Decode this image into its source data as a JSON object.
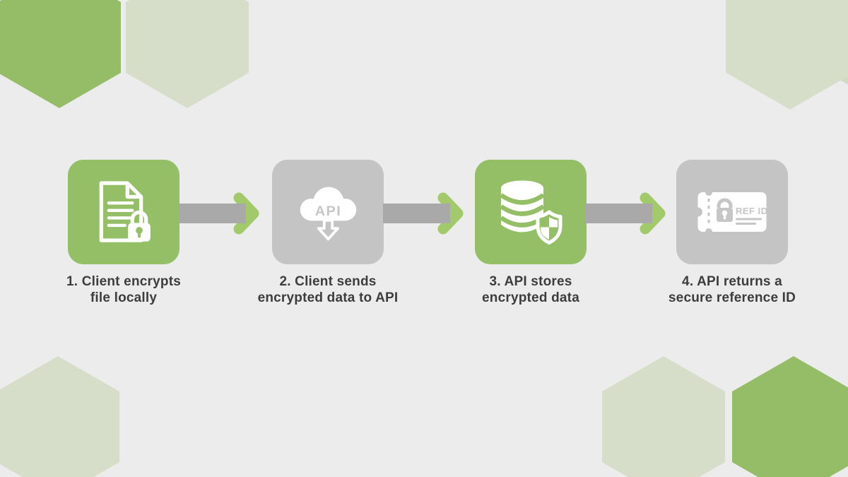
{
  "steps": [
    {
      "id": "1",
      "variant": "green",
      "icon": "encrypted-file-icon",
      "label_line1": "1. Client encrypts",
      "label_line2": "file locally"
    },
    {
      "id": "2",
      "variant": "gray",
      "icon": "cloud-api-icon",
      "icon_text": "API",
      "label_line1": "2. Client sends",
      "label_line2": "encrypted data to API"
    },
    {
      "id": "3",
      "variant": "green",
      "icon": "database-shield-icon",
      "label_line1": "3. API stores",
      "label_line2": "encrypted data"
    },
    {
      "id": "4",
      "variant": "gray",
      "icon": "ticket-ref-id-icon",
      "icon_text": "REF ID",
      "label_line1": "4. API returns a",
      "label_line2": "secure reference ID"
    }
  ],
  "connectors": {
    "count": 3,
    "style": "gray shaft with green chevron head"
  },
  "decorations": {
    "hexagons": [
      "top-left-dark",
      "top-left-light",
      "top-right-light",
      "top-right-medium",
      "bottom-left-light",
      "bottom-right-light",
      "bottom-right-dark"
    ]
  },
  "colors": {
    "bg": "#ececec",
    "box-green": "#94bf66",
    "box-gray": "#c4c4c4",
    "shaft-gray": "#a9a9a9",
    "chevron-green": "#a2c96a",
    "hex-dark": "#95bc66",
    "hex-light": "#d6dec9",
    "hex-medium": "#cfdcc0",
    "text-dark": "#3d3d3d",
    "icon-gray": "#c6c6c6"
  }
}
